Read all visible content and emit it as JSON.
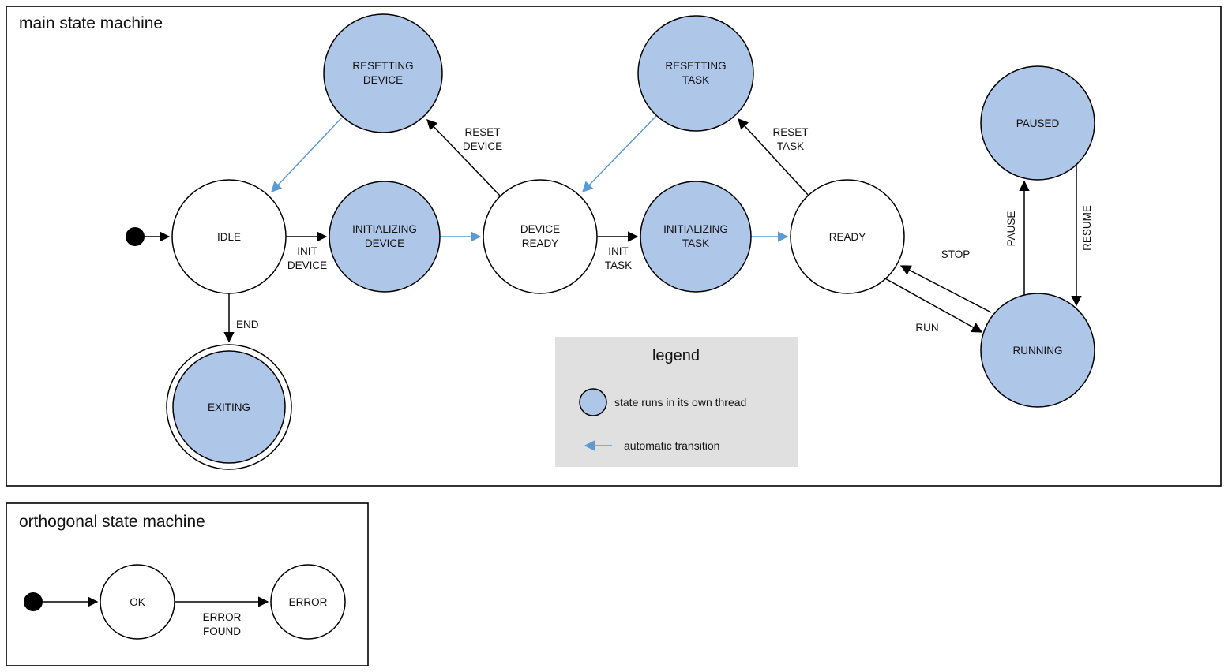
{
  "main": {
    "title": "main state machine",
    "states": {
      "idle": {
        "label": "IDLE"
      },
      "resetting_device": {
        "line1": "RESETTING",
        "line2": "DEVICE"
      },
      "initializing_device": {
        "line1": "INITIALIZING",
        "line2": "DEVICE"
      },
      "device_ready": {
        "line1": "DEVICE",
        "line2": "READY"
      },
      "resetting_task": {
        "line1": "RESETTING",
        "line2": "TASK"
      },
      "initializing_task": {
        "line1": "INITIALIZING",
        "line2": "TASK"
      },
      "ready": {
        "label": "READY"
      },
      "paused": {
        "label": "PAUSED"
      },
      "running": {
        "label": "RUNNING"
      },
      "exiting": {
        "label": "EXITING"
      }
    },
    "transitions": {
      "init_device": {
        "line1": "INIT",
        "line2": "DEVICE"
      },
      "reset_device": {
        "line1": "RESET",
        "line2": "DEVICE"
      },
      "init_task": {
        "line1": "INIT",
        "line2": "TASK"
      },
      "reset_task": {
        "line1": "RESET",
        "line2": "TASK"
      },
      "end": {
        "label": "END"
      },
      "run": {
        "label": "RUN"
      },
      "stop": {
        "label": "STOP"
      },
      "pause": {
        "label": "PAUSE"
      },
      "resume": {
        "label": "RESUME"
      }
    }
  },
  "legend": {
    "title": "legend",
    "thread_state_note": "state runs in its own thread",
    "auto_transition_note": "automatic transition"
  },
  "orthogonal": {
    "title": "orthogonal state machine",
    "states": {
      "ok": {
        "label": "OK"
      },
      "error": {
        "label": "ERROR"
      }
    },
    "transitions": {
      "error_found": {
        "line1": "ERROR",
        "line2": "FOUND"
      }
    }
  },
  "colors": {
    "threaded_state_fill": "#aec6e8",
    "auto_transition_arrow": "#5b9bd5",
    "state_outline": "#000000",
    "legend_background": "#e0e0e0"
  }
}
